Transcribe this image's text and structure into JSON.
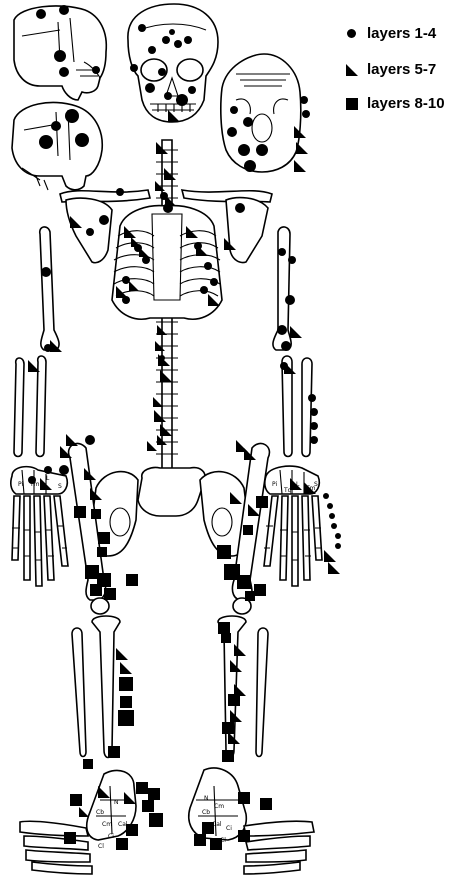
{
  "legend": [
    {
      "symbol": "circle",
      "label": "layers 1-4"
    },
    {
      "symbol": "triangle",
      "label": "layers 5-7"
    },
    {
      "symbol": "square",
      "label": "layers 8-10"
    }
  ],
  "bone_labels": {
    "left_wrist": [
      "Pi",
      "Tm",
      "Cl",
      "L",
      "S"
    ],
    "right_wrist": [
      "Pi",
      "Tq",
      "L",
      "Tm",
      "S"
    ],
    "left_tarsus": [
      "Cal",
      "Cb",
      "Cm",
      "Ci",
      "Cl",
      "N"
    ],
    "right_tarsus": [
      "Cal",
      "Cb",
      "Cm",
      "Ci",
      "Cl",
      "N"
    ]
  }
}
